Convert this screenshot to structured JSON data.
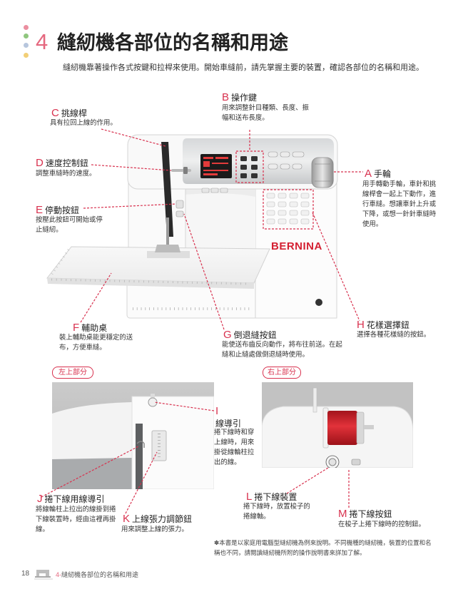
{
  "header": {
    "section_number": "4",
    "title": "縫紉機各部位的名稱和用途",
    "intro": "縫紉機靠著操作各式按鍵和拉桿來使用。開始車縫前，請先掌握主要的裝置，確認各部位的名稱和用途。"
  },
  "colors": {
    "accent": "#d8314e",
    "section_number": "#e5687f",
    "decor_dots": [
      "#eb8fa0",
      "#8fc67e",
      "#b7c6dd",
      "#f2cf77"
    ],
    "spool_thread": "#d1262f"
  },
  "machine": {
    "brand_logo": "BERNINA"
  },
  "parts": {
    "A": {
      "letter": "A",
      "name": "手輪",
      "desc": [
        "用手轉動手輪，車針和挑",
        "線桿會一起上下動作，進",
        "行車縫。想讓車針上升或",
        "下降，或想一針針車縫時",
        "使用。"
      ]
    },
    "B": {
      "letter": "B",
      "name": "操作鍵",
      "desc": [
        "用來調整針目種類、長度、振",
        "幅和送布長度。"
      ]
    },
    "C": {
      "letter": "C",
      "name": "挑線桿",
      "desc": [
        "具有拉回上線的作用。"
      ]
    },
    "D": {
      "letter": "D",
      "name": "速度控制鈕",
      "desc": [
        "調整車縫時的速度。"
      ]
    },
    "E": {
      "letter": "E",
      "name": "停動按鈕",
      "desc": [
        "按壓此按鈕可開始或停",
        "止縫紉。"
      ]
    },
    "F": {
      "letter": "F",
      "name": "輔助桌",
      "desc": [
        "裝上輔助桌能更穩定的送",
        "布，方便車縫。"
      ]
    },
    "G": {
      "letter": "G",
      "name": "倒退縫按鈕",
      "desc": [
        "能使送布齒反向動作，將布往前送。在起",
        "縫和止縫處做倒退縫時使用。"
      ]
    },
    "H": {
      "letter": "H",
      "name": "花樣選擇鈕",
      "desc": [
        "選擇各種花樣縫的按鈕。"
      ]
    },
    "I": {
      "letter": "I",
      "name": "線導引",
      "desc": [
        "捲下線時和穿",
        "上線時，用來",
        "掛從線輪柱拉",
        "出的線。"
      ]
    },
    "J": {
      "letter": "J",
      "name": "捲下線用線導引",
      "desc": [
        "將線輪柱上拉出的線掛到捲",
        "下線裝置時，經由這裡再掛",
        "線。"
      ]
    },
    "K": {
      "letter": "K",
      "name": "上線張力調節鈕",
      "desc": [
        "用來調整上線的張力。"
      ]
    },
    "L": {
      "letter": "L",
      "name": "捲下線裝置",
      "desc": [
        "捲下線時，放置梭子的",
        "捲線軸。"
      ]
    },
    "M": {
      "letter": "M",
      "name": "捲下線按鈕",
      "desc": [
        "在梭子上捲下線時的控制鈕。"
      ]
    }
  },
  "sections": {
    "left_top": "左上部分",
    "right_top": "右上部分"
  },
  "note": [
    "✽本書是以家庭用電腦型縫紉機為例來說明。不同機種的縫紉機，裝置的位置和名",
    "稱也不同，請閱讀縫紉機所附的操作說明書來詳加了解。"
  ],
  "footer": {
    "page_number": "18",
    "chapter_prefix": "4-",
    "chapter_title": "縫紉機各部位的名稱和用途",
    "icon": "sewing-machine-icon"
  }
}
